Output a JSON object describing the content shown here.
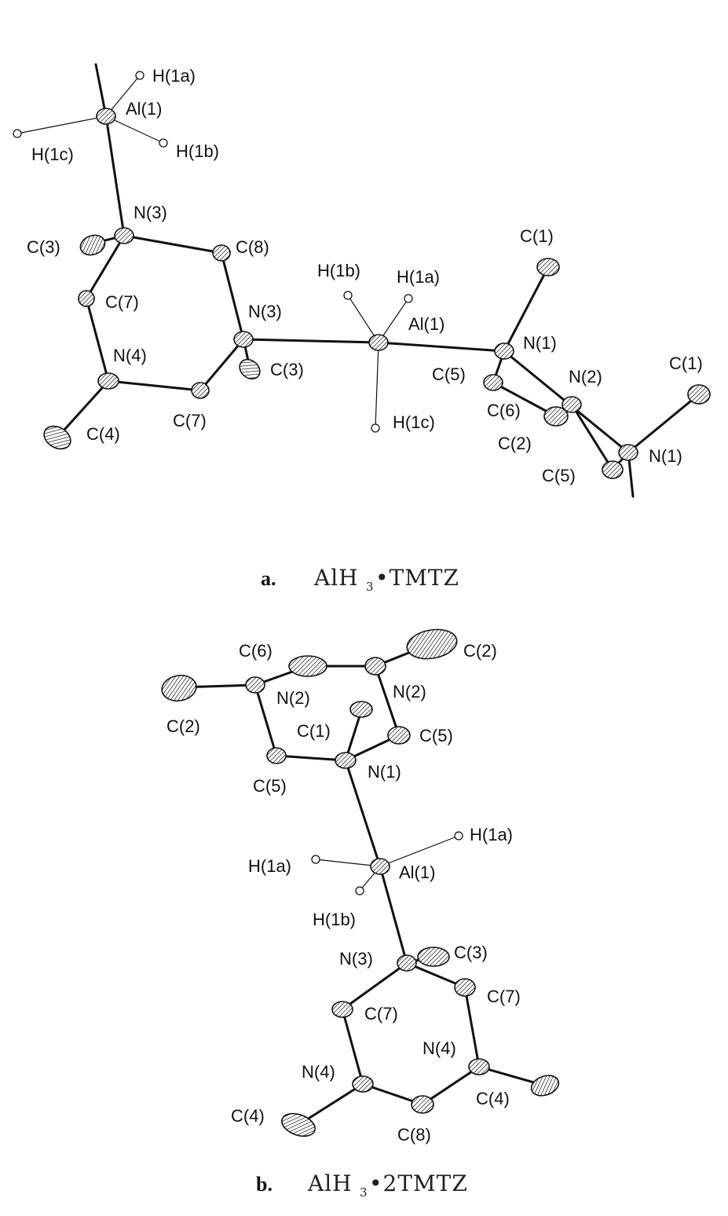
{
  "panel_a": {
    "caption_letter": "a.",
    "caption_formula_prefix": "AlH",
    "caption_formula_sub": "3",
    "caption_formula_suffix": "•TMTZ",
    "labels": {
      "h1a": "H(1a)",
      "al1": "Al(1)",
      "h1c": "H(1c)",
      "h1b": "H(1b)",
      "n3": "N(3)",
      "c3": "C(3)",
      "c8": "C(8)",
      "c7": "C(7)",
      "n4": "N(4)",
      "c4": "C(4)",
      "c7b": "C(7)",
      "n3b": "N(3)",
      "c3b": "C(3)",
      "h1b_c": "H(1b)",
      "h1a_c": "H(1a)",
      "al1_c": "Al(1)",
      "h1c_c": "H(1c)",
      "c1": "C(1)",
      "n1": "N(1)",
      "c5": "C(5)",
      "n2": "N(2)",
      "c6": "C(6)",
      "c2": "C(2)",
      "c1b": "C(1)",
      "n1b": "N(1)",
      "c5b": "C(5)"
    }
  },
  "panel_b": {
    "caption_letter": "b.",
    "caption_formula_prefix": "AlH",
    "caption_formula_sub": "3",
    "caption_formula_suffix": "•2TMTZ",
    "labels": {
      "c6": "C(6)",
      "c2r": "C(2)",
      "c2l": "C(2)",
      "n2l": "N(2)",
      "n2r": "N(2)",
      "c1": "C(1)",
      "c5r": "C(5)",
      "c5l": "C(5)",
      "n1": "N(1)",
      "h1a_r": "H(1a)",
      "h1a_l": "H(1a)",
      "al1": "Al(1)",
      "h1b": "H(1b)",
      "n3": "N(3)",
      "c3": "C(3)",
      "c7r": "C(7)",
      "c7l": "C(7)",
      "n4r": "N(4)",
      "n4l": "N(4)",
      "c4r": "C(4)",
      "c4l": "C(4)",
      "c8": "C(8)"
    }
  }
}
